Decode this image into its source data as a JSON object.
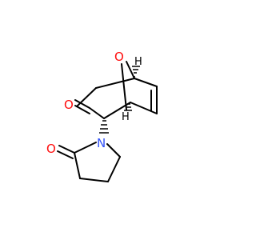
{
  "structure": {
    "atoms": {
      "bridge_oxygen": "O",
      "ketone_oxygen": "O",
      "nitrogen": "N",
      "lactam_oxygen": "O",
      "bridgehead_h_top": "H",
      "bridgehead_h_bottom": "H"
    },
    "colors": {
      "bond": "#000000",
      "oxygen": "#ff0d0d",
      "nitrogen": "#3050f8",
      "carbon_label": "#000000"
    }
  }
}
